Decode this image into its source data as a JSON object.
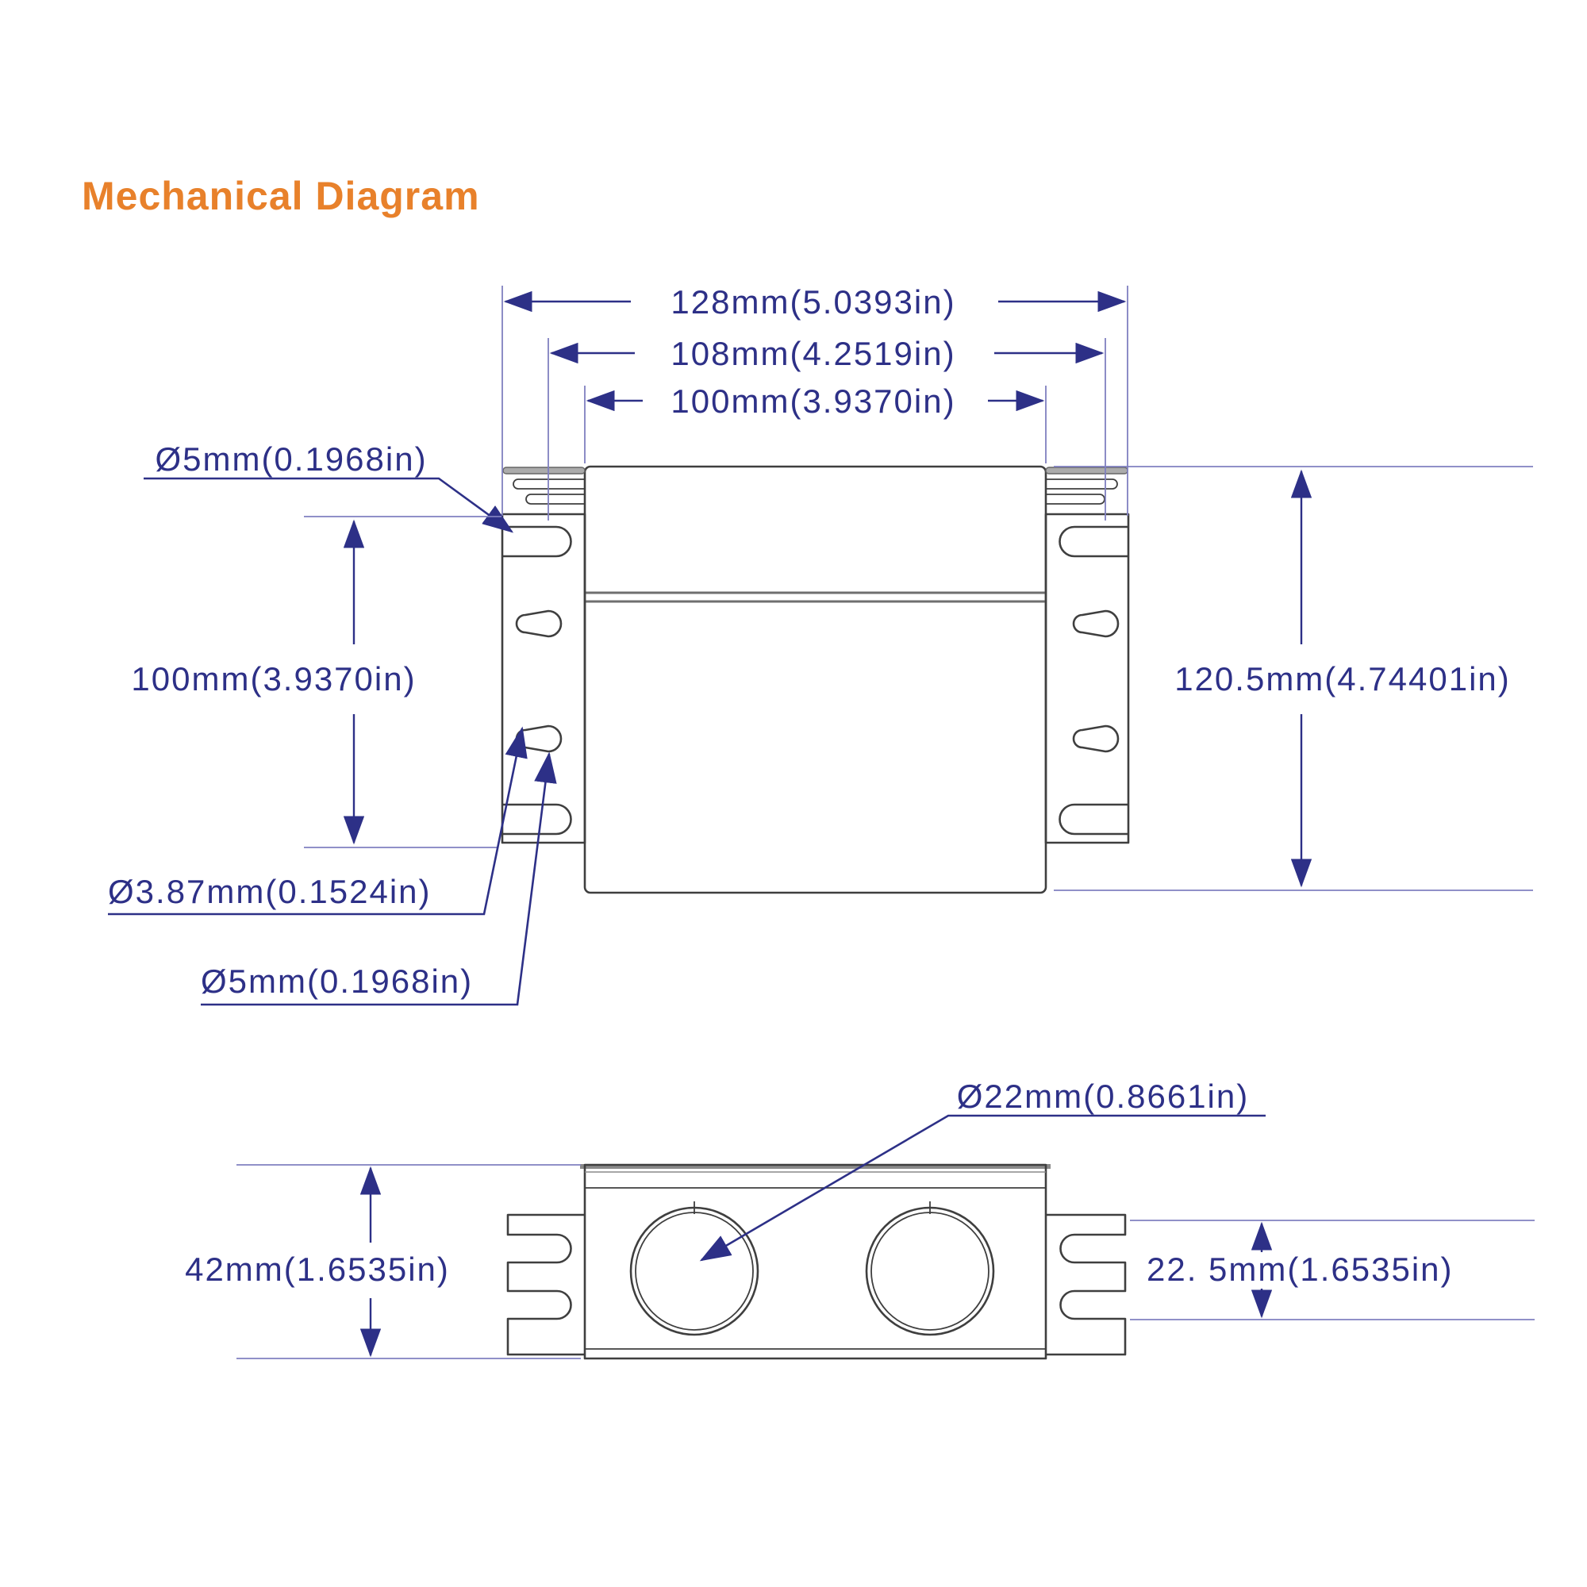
{
  "title": "Mechanical Diagram",
  "colors": {
    "accent": "#E8812B",
    "dimension_text": "#2D3087",
    "extension_line": "#8080C0",
    "outline": "#3F3F3F"
  },
  "top_view": {
    "width_overall": "128mm(5.0393in)",
    "width_mounting_holes": "108mm(4.2519in)",
    "width_body": "100mm(3.9370in)",
    "bracket_slot_diameter": "Ø5mm(0.1968in)",
    "height_bracket": "100mm(3.9370in)",
    "height_body": "120.5mm(4.74401in)",
    "keyhole_slot_diameter": "Ø3.87mm(0.1524in)",
    "keyhole_hole_diameter": "Ø5mm(0.1968in)"
  },
  "bottom_view": {
    "knockout_diameter": "Ø22mm(0.8661in)",
    "height_overall": "42mm(1.6535in)",
    "height_fins": "22. 5mm(1.6535in)"
  }
}
